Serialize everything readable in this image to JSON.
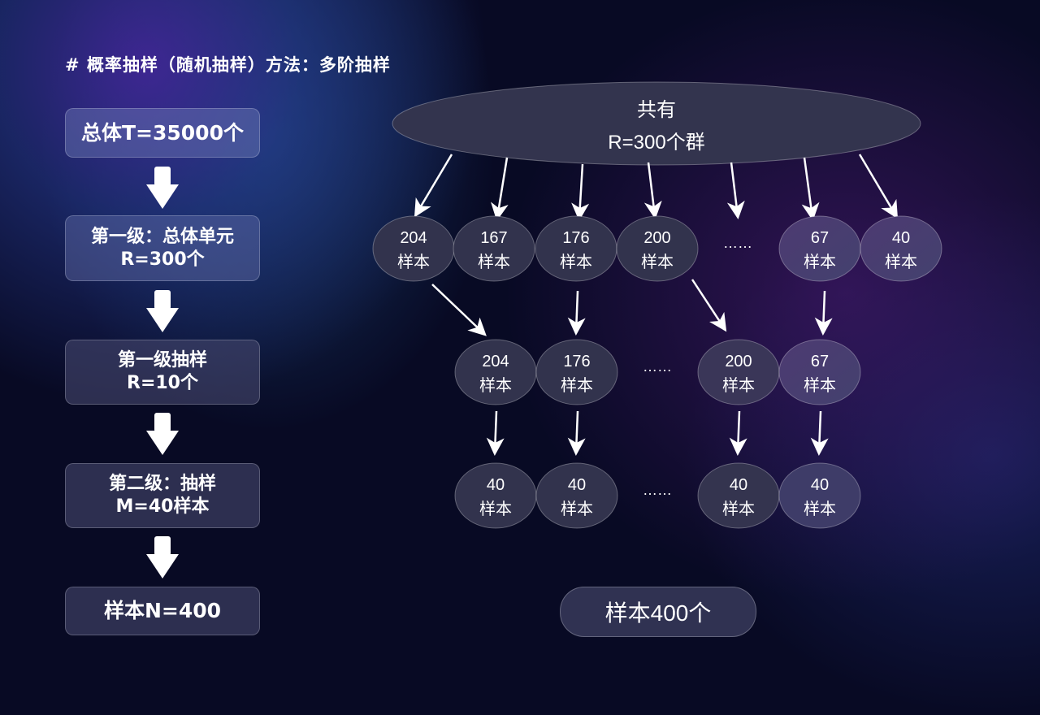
{
  "title": "# 概率抽样（随机抽样）方法：多阶抽样",
  "flow_steps": [
    {
      "lines": [
        "总体T=35000个"
      ]
    },
    {
      "lines": [
        "第一级：总体单元",
        "R=300个"
      ]
    },
    {
      "lines": [
        "第一级抽样",
        "R=10个"
      ]
    },
    {
      "lines": [
        "第二级：抽样",
        "M=40样本"
      ]
    },
    {
      "lines": [
        "样本N=400"
      ]
    }
  ],
  "root": {
    "line1": "共有",
    "line2": "R=300个群"
  },
  "clusters_row": [
    {
      "value": "204",
      "unit": "样本"
    },
    {
      "value": "167",
      "unit": "样本"
    },
    {
      "value": "176",
      "unit": "样本"
    },
    {
      "value": "200",
      "unit": "样本"
    },
    {
      "ellipsis": "……"
    },
    {
      "value": "67",
      "unit": "样本"
    },
    {
      "value": "40",
      "unit": "样本"
    }
  ],
  "selected_row": [
    {
      "value": "204",
      "unit": "样本"
    },
    {
      "value": "176",
      "unit": "样本"
    },
    {
      "ellipsis": "……"
    },
    {
      "value": "200",
      "unit": "样本"
    },
    {
      "value": "67",
      "unit": "样本"
    }
  ],
  "sample_row": [
    {
      "value": "40",
      "unit": "样本"
    },
    {
      "value": "40",
      "unit": "样本"
    },
    {
      "ellipsis": "……"
    },
    {
      "value": "40",
      "unit": "样本"
    },
    {
      "value": "40",
      "unit": "样本"
    }
  ],
  "result": "样本400个",
  "colors": {
    "background": "#080a24",
    "node_fill": "#34354f",
    "accent_purple": "#4a3a70",
    "arrow": "#ffffff"
  }
}
